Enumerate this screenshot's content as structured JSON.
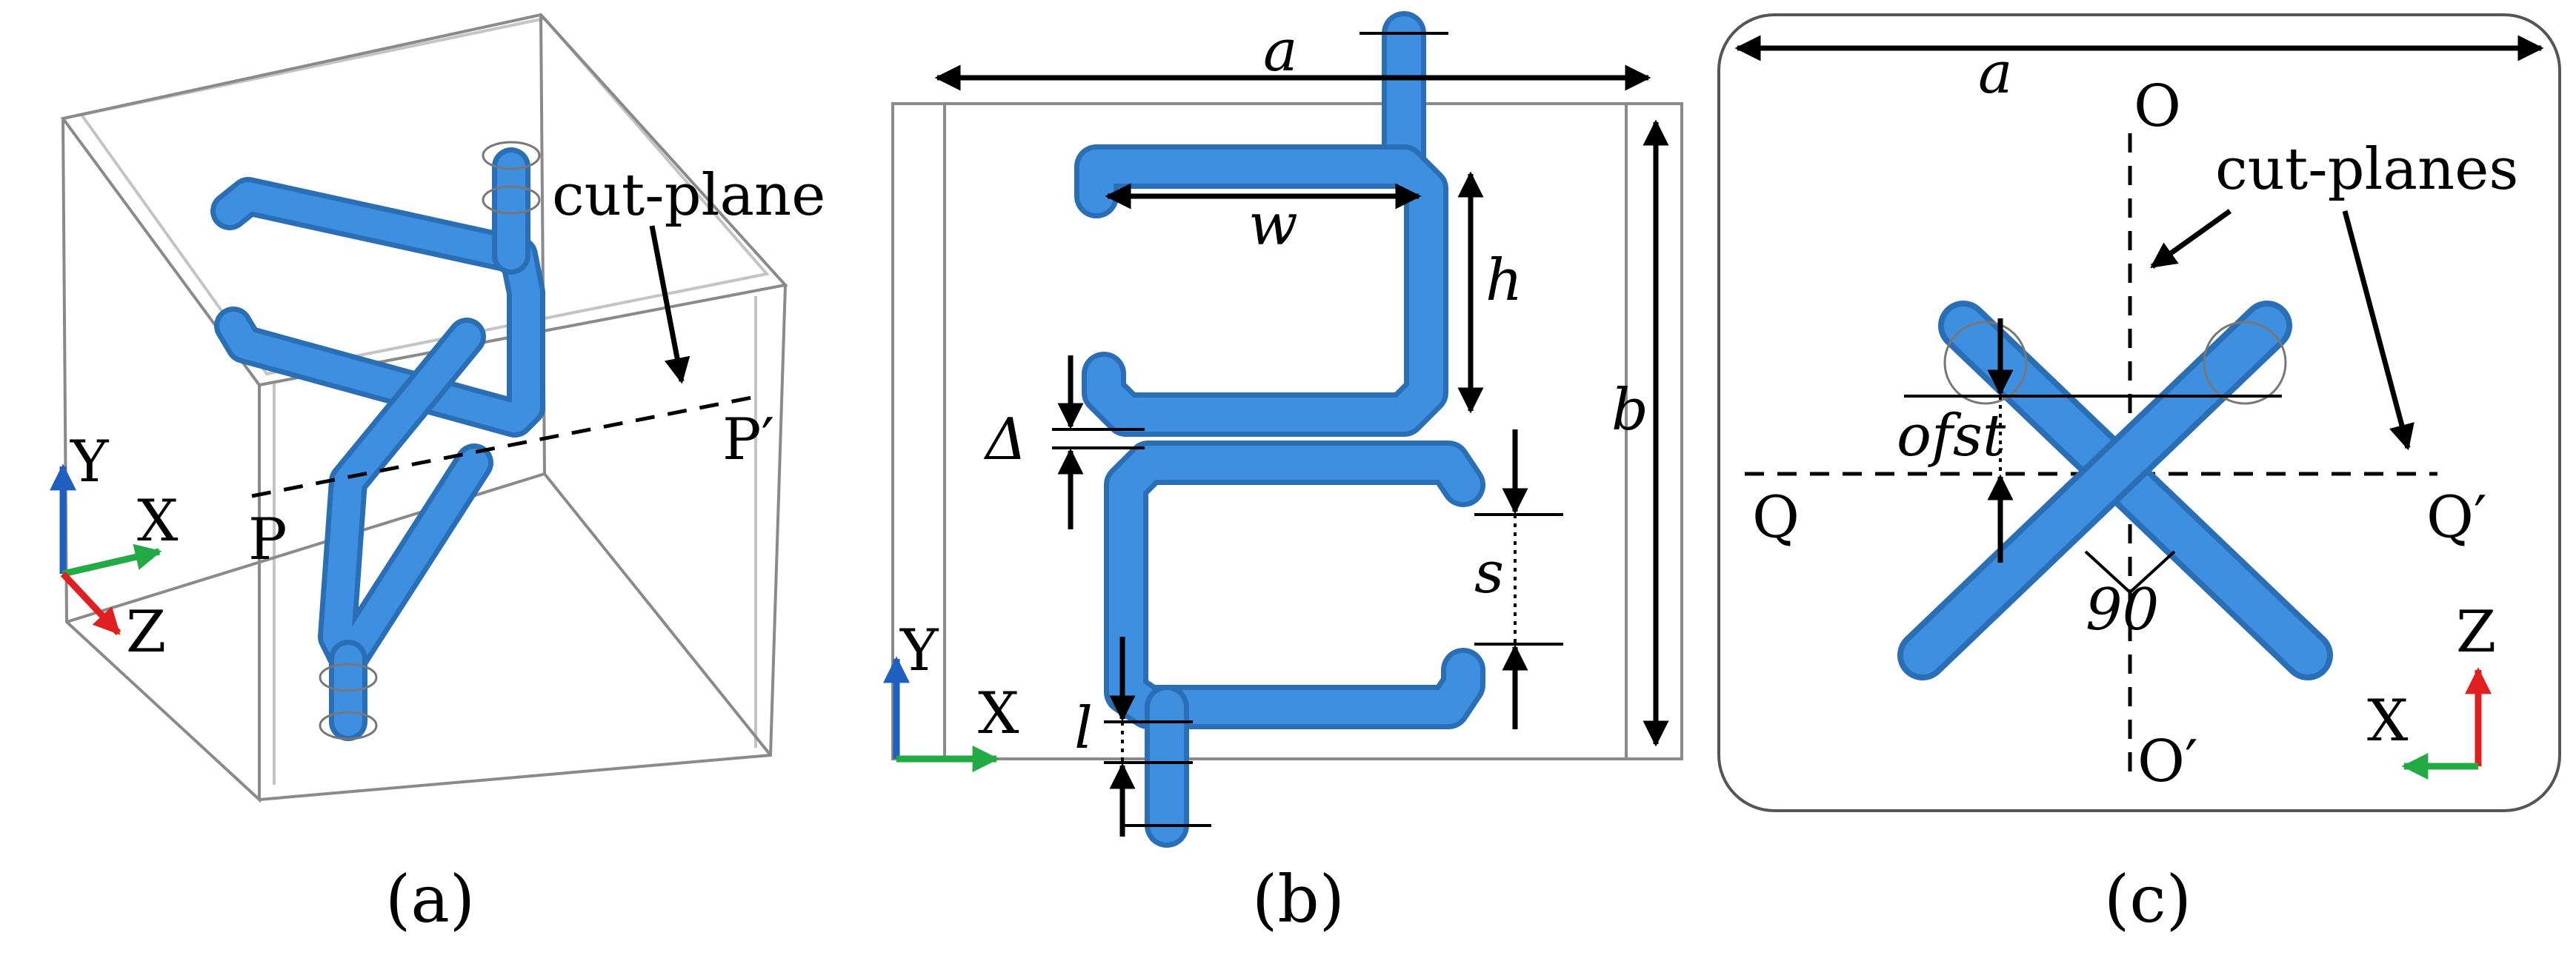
{
  "panels": {
    "a": {
      "caption": "(a)",
      "cut_plane_label": "cut-plane",
      "p_label": "P",
      "p_prime_label": "P′",
      "axis_y": "Y",
      "axis_x": "X",
      "axis_z": "Z"
    },
    "b": {
      "caption": "(b)",
      "dim_a": "a",
      "dim_b": "b",
      "dim_w": "w",
      "dim_h": "h",
      "dim_delta": "Δ",
      "dim_s": "s",
      "dim_l": "l",
      "axis_y": "Y",
      "axis_x": "X"
    },
    "c": {
      "caption": "(c)",
      "dim_a": "a",
      "o_label": "O",
      "o_prime_label": "O′",
      "q_label": "Q",
      "q_prime_label": "Q′",
      "cut_planes_label": "cut-planes",
      "ofst_label": "ofst",
      "angle_label": "90",
      "axis_z": "Z",
      "axis_x": "X"
    }
  },
  "colors": {
    "pipe": "#3f8fe0",
    "pipe_edge": "#2a6fb5",
    "axis_y": "#1f5fbf",
    "axis_x": "#22aa44",
    "axis_z": "#e02020"
  }
}
